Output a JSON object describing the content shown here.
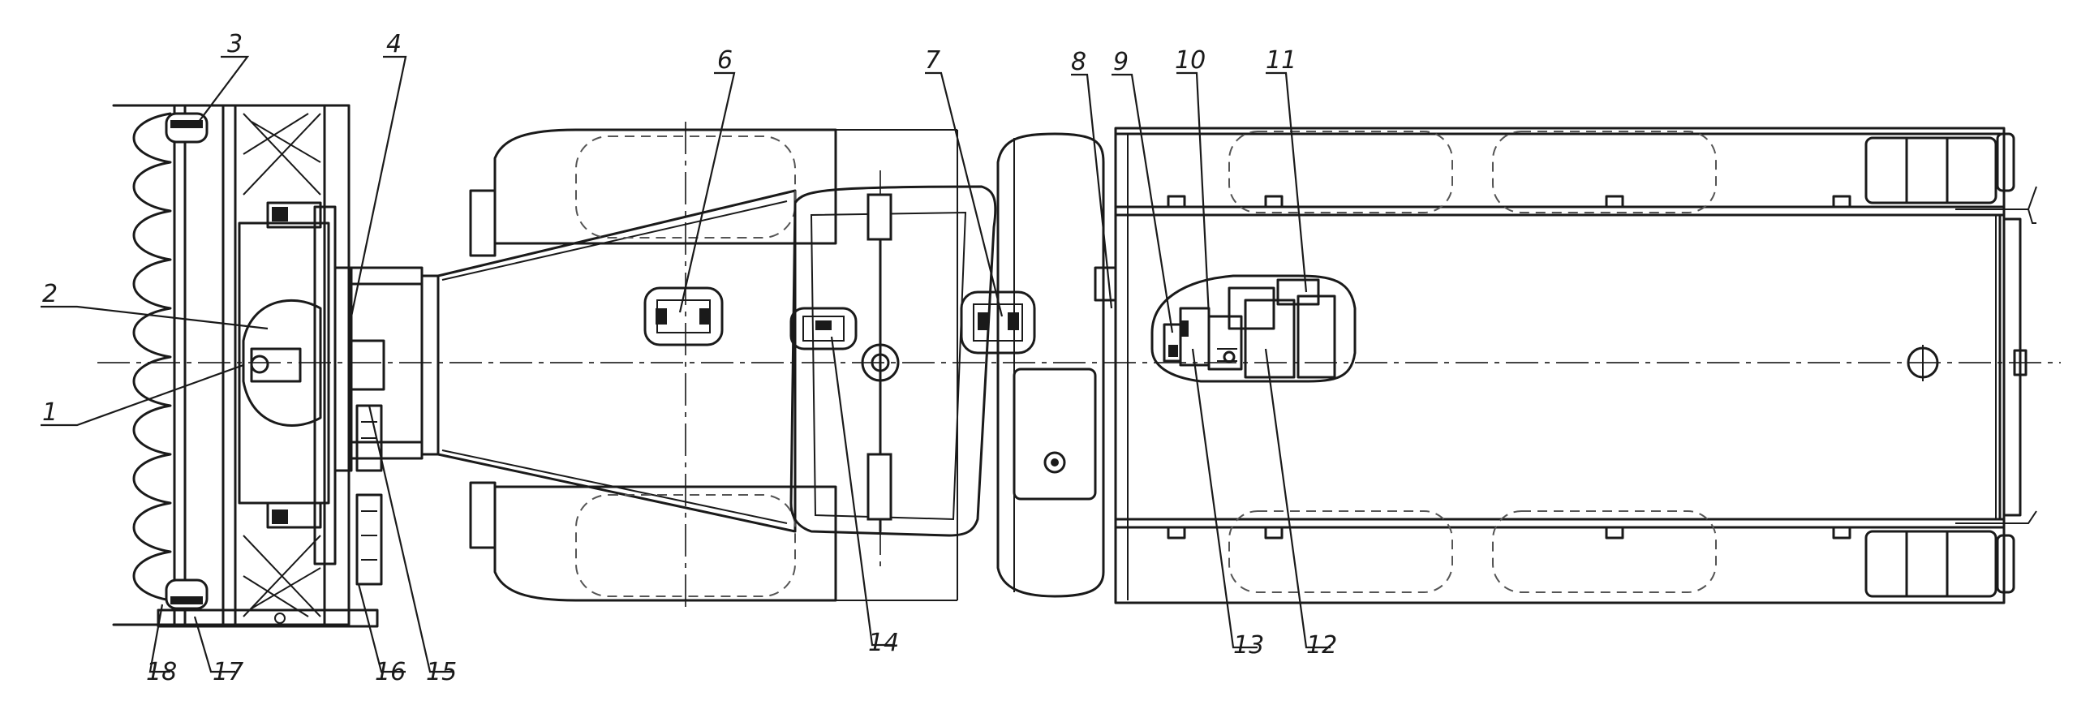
{
  "drawing": {
    "callouts": [
      "1",
      "2",
      "3",
      "4",
      "6",
      "7",
      "8",
      "9",
      "10",
      "11",
      "12",
      "13",
      "14",
      "15",
      "16",
      "17",
      "18"
    ]
  },
  "colors": {
    "line": "#1a1a1a",
    "background": "#ffffff"
  }
}
